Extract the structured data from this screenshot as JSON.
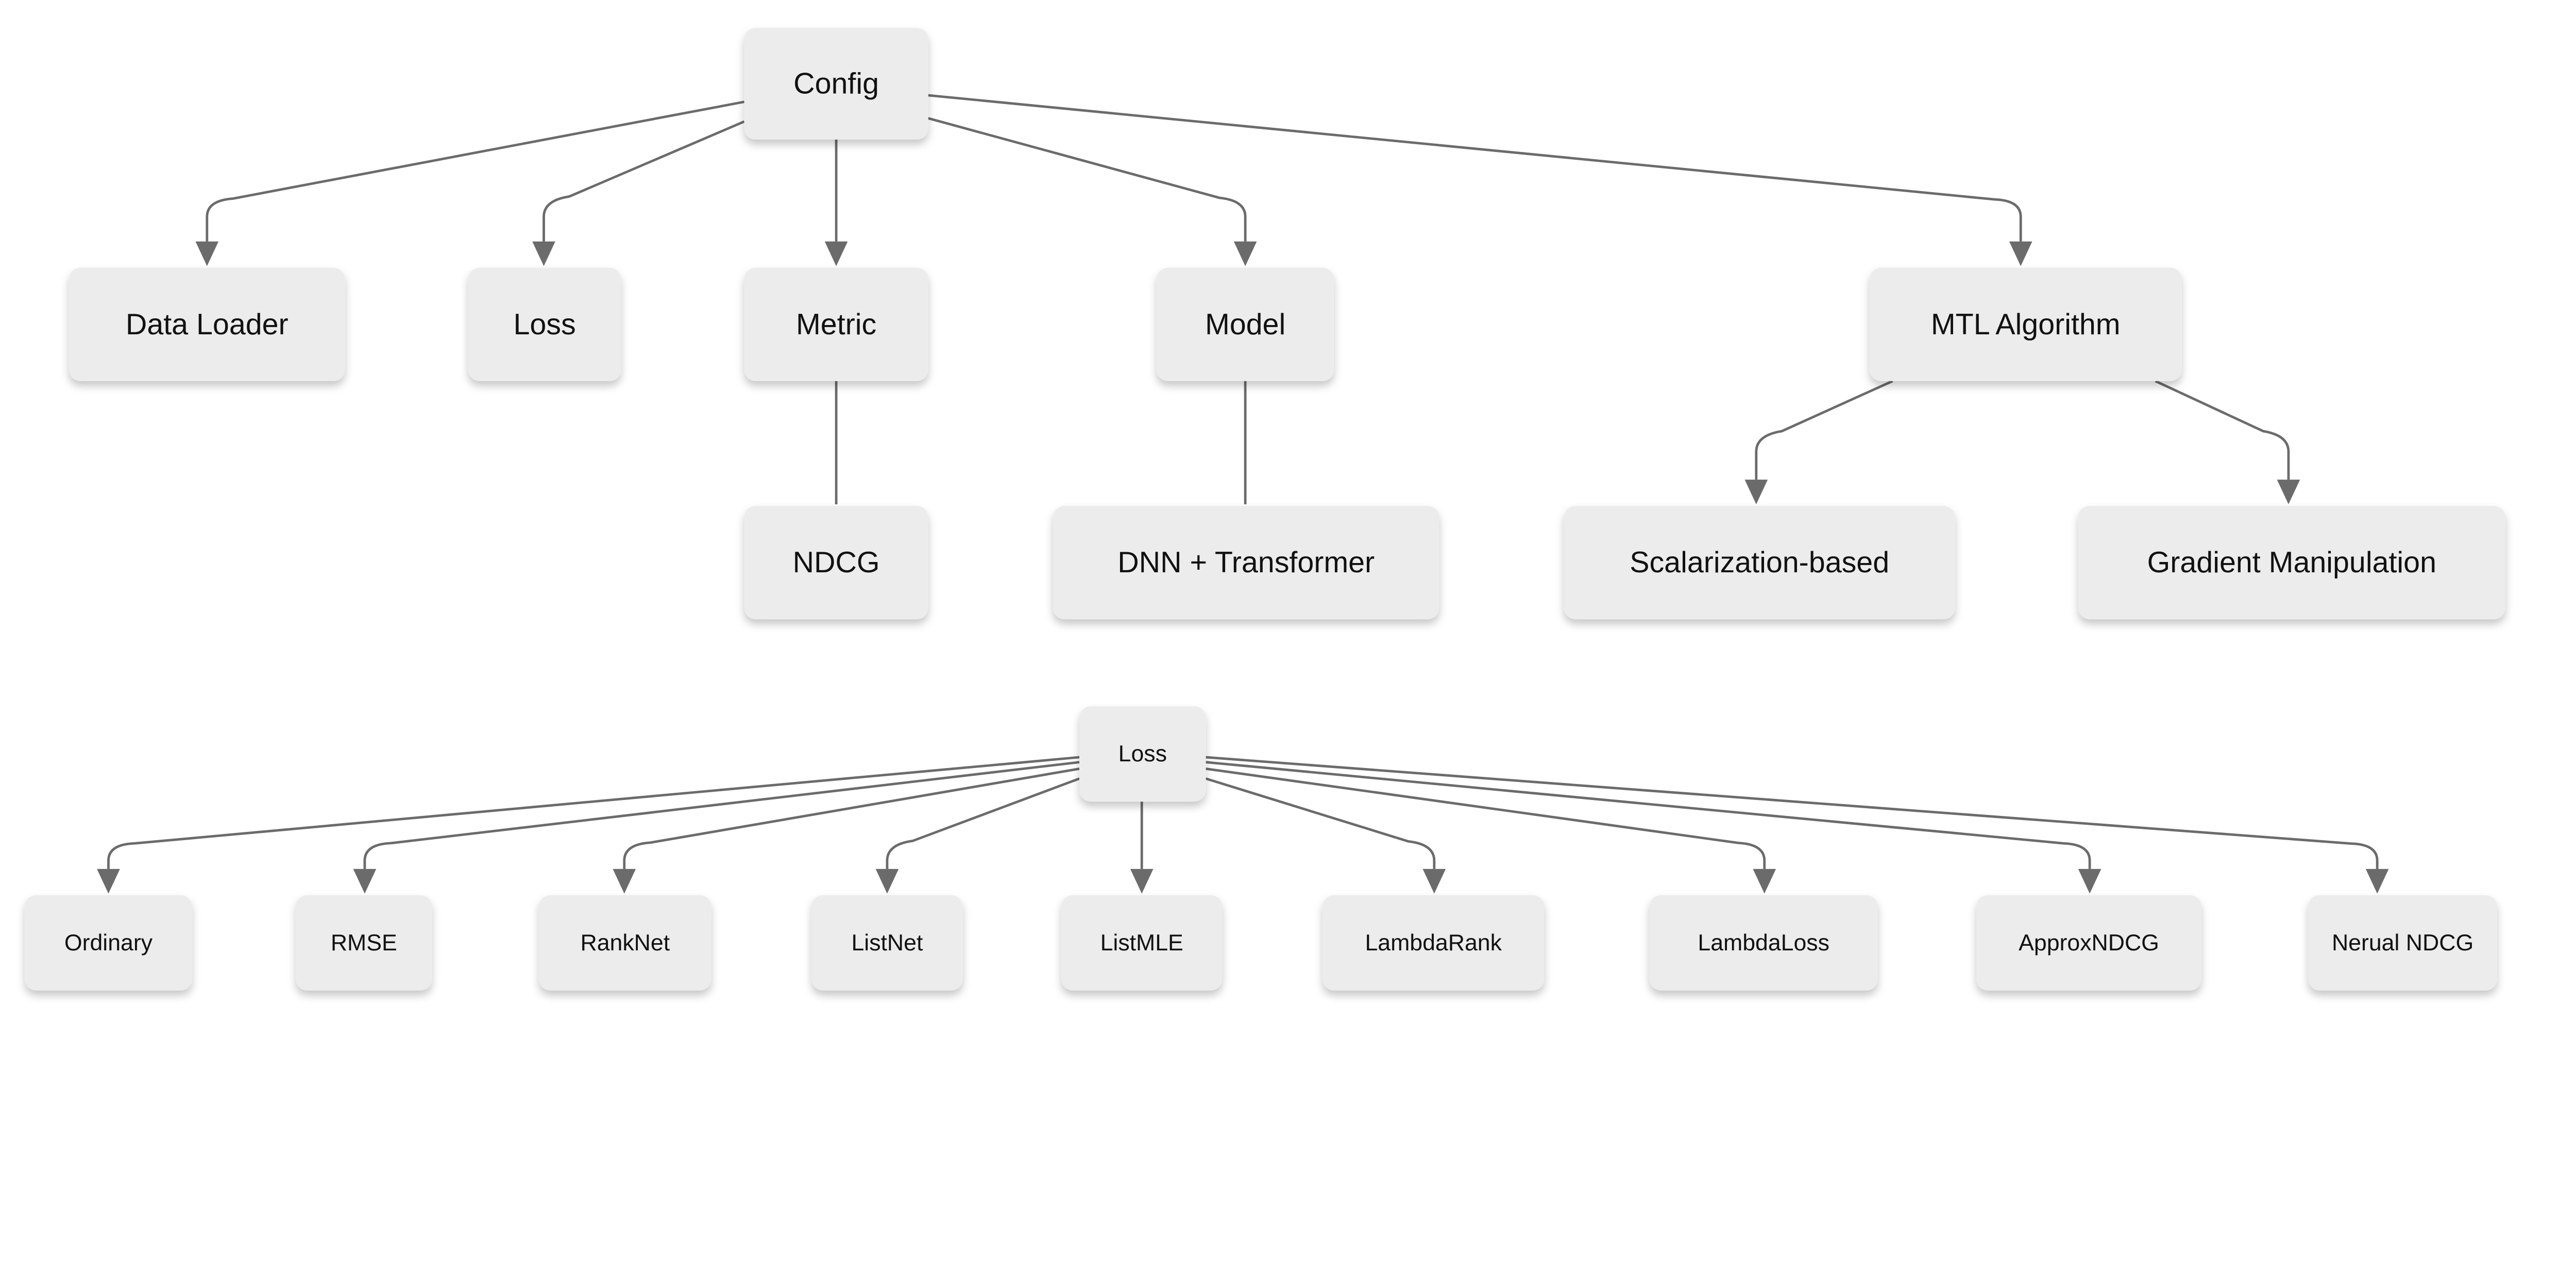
{
  "nodes": {
    "config": "Config",
    "data_loader": "Data Loader",
    "loss": "Loss",
    "metric": "Metric",
    "model": "Model",
    "mtl": "MTL Algorithm",
    "ndcg": "NDCG",
    "dnn": "DNN + Transformer",
    "scalarization": "Scalarization-based",
    "gradient": "Gradient Manipulation",
    "loss2": "Loss",
    "ordinary": "Ordinary",
    "rmse": "RMSE",
    "ranknet": "RankNet",
    "listnet": "ListNet",
    "listmle": "ListMLE",
    "lambdarank": "LambdaRank",
    "lambdaloss": "LambdaLoss",
    "approxndcg": "ApproxNDCG",
    "neuralndcg": "Nerual NDCG"
  },
  "edges": [
    {
      "from": "config",
      "to": "data_loader",
      "arrow": true
    },
    {
      "from": "config",
      "to": "loss",
      "arrow": true
    },
    {
      "from": "config",
      "to": "metric",
      "arrow": true
    },
    {
      "from": "config",
      "to": "model",
      "arrow": true
    },
    {
      "from": "config",
      "to": "mtl",
      "arrow": true
    },
    {
      "from": "metric",
      "to": "ndcg",
      "arrow": false
    },
    {
      "from": "model",
      "to": "dnn",
      "arrow": false
    },
    {
      "from": "mtl",
      "to": "scalarization",
      "arrow": true
    },
    {
      "from": "mtl",
      "to": "gradient",
      "arrow": true
    },
    {
      "from": "loss2",
      "to": "ordinary",
      "arrow": true
    },
    {
      "from": "loss2",
      "to": "rmse",
      "arrow": true
    },
    {
      "from": "loss2",
      "to": "ranknet",
      "arrow": true
    },
    {
      "from": "loss2",
      "to": "listnet",
      "arrow": true
    },
    {
      "from": "loss2",
      "to": "listmle",
      "arrow": true
    },
    {
      "from": "loss2",
      "to": "lambdarank",
      "arrow": true
    },
    {
      "from": "loss2",
      "to": "lambdaloss",
      "arrow": true
    },
    {
      "from": "loss2",
      "to": "approxndcg",
      "arrow": true
    },
    {
      "from": "loss2",
      "to": "neuralndcg",
      "arrow": true
    }
  ]
}
